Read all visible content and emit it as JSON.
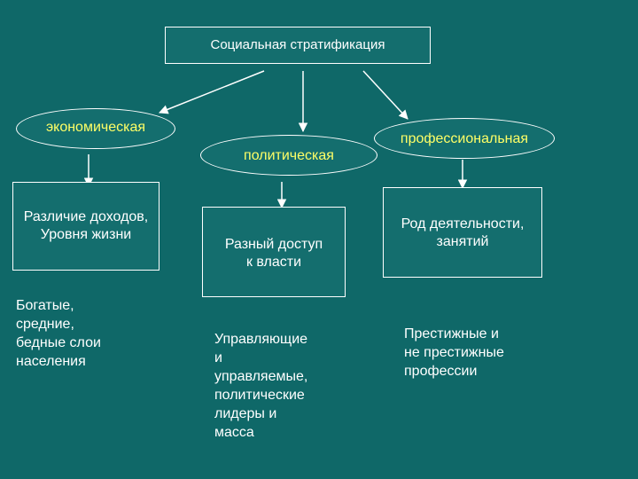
{
  "title": "Социальная стратификация",
  "branches": [
    {
      "oval": "экономическая",
      "box_lines": [
        "Различие доходов,",
        "Уровня жизни"
      ],
      "detail_lines": [
        "Богатые,",
        "средние,",
        "бедные слои",
        "населения"
      ]
    },
    {
      "oval": "политическая",
      "box_lines": [
        "Разный доступ",
        "к власти"
      ],
      "detail_lines": [
        "Управляющие",
        "и",
        "управляемые,",
        "политические",
        "лидеры и",
        "масса"
      ]
    },
    {
      "oval": "профессиональная",
      "box_lines": [
        "Род деятельности,",
        "занятий"
      ],
      "detail_lines": [
        "Престижные и",
        "не престижные",
        "профессии"
      ]
    }
  ],
  "colors": {
    "background": "#0f6868",
    "oval_text": "#ffff66",
    "text": "#ffffff",
    "lines": "#ffffff"
  }
}
